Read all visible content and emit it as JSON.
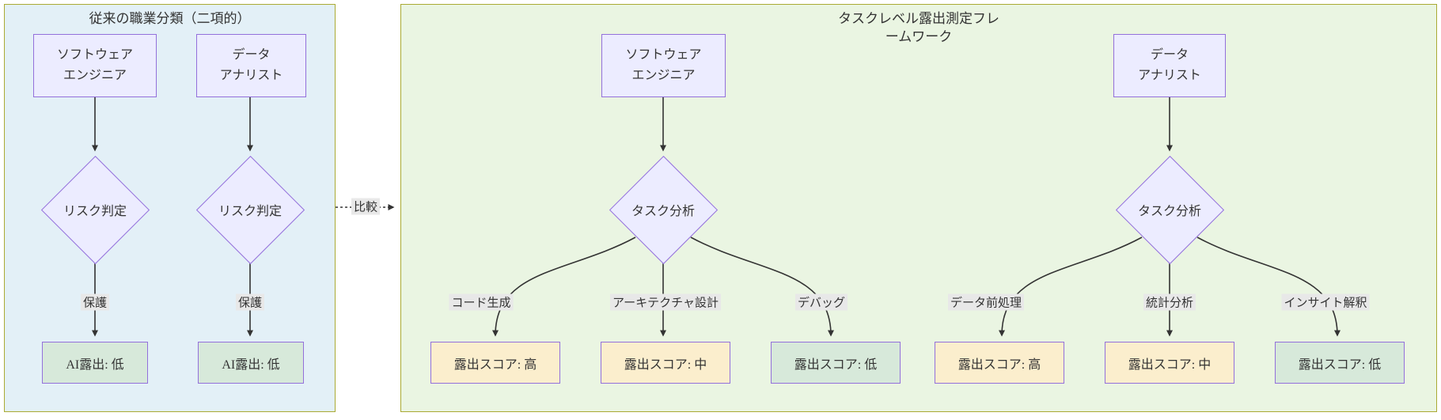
{
  "colors": {
    "cluster_left_bg": "#e3f0f7",
    "cluster_right_bg": "#eaf5e2",
    "cluster_border": "#aaaa33",
    "node_bg": "#ececff",
    "node_border": "#9370db",
    "result_high_bg": "#fbeecd",
    "result_low_bg": "#d7e9da",
    "edge_label_bg": "#e8e8e8",
    "edge_color": "#333333"
  },
  "left_panel": {
    "title": "従来の職業分類（二項的）",
    "software_engineer": "ソフトウェア\nエンジニア",
    "data_analyst": "データ\nアナリスト",
    "se_decision": "リスク判定",
    "da_decision": "リスク判定",
    "se_edge_label": "保護",
    "da_edge_label": "保護",
    "se_result": "AI露出: 低",
    "da_result": "AI露出: 低"
  },
  "compare_edge": {
    "label": "比較"
  },
  "right_panel": {
    "title": "タスクレベル露出測定フレ\nームワーク",
    "software_engineer": "ソフトウェア\nエンジニア",
    "data_analyst": "データ\nアナリスト",
    "se_decision": "タスク分析",
    "da_decision": "タスク分析",
    "se_tasks": [
      {
        "label": "コード生成",
        "result": "露出スコア: 高"
      },
      {
        "label": "アーキテクチャ設計",
        "result": "露出スコア: 中"
      },
      {
        "label": "デバッグ",
        "result": "露出スコア: 低"
      }
    ],
    "da_tasks": [
      {
        "label": "データ前処理",
        "result": "露出スコア: 高"
      },
      {
        "label": "統計分析",
        "result": "露出スコア: 中"
      },
      {
        "label": "インサイト解釈",
        "result": "露出スコア: 低"
      }
    ]
  }
}
